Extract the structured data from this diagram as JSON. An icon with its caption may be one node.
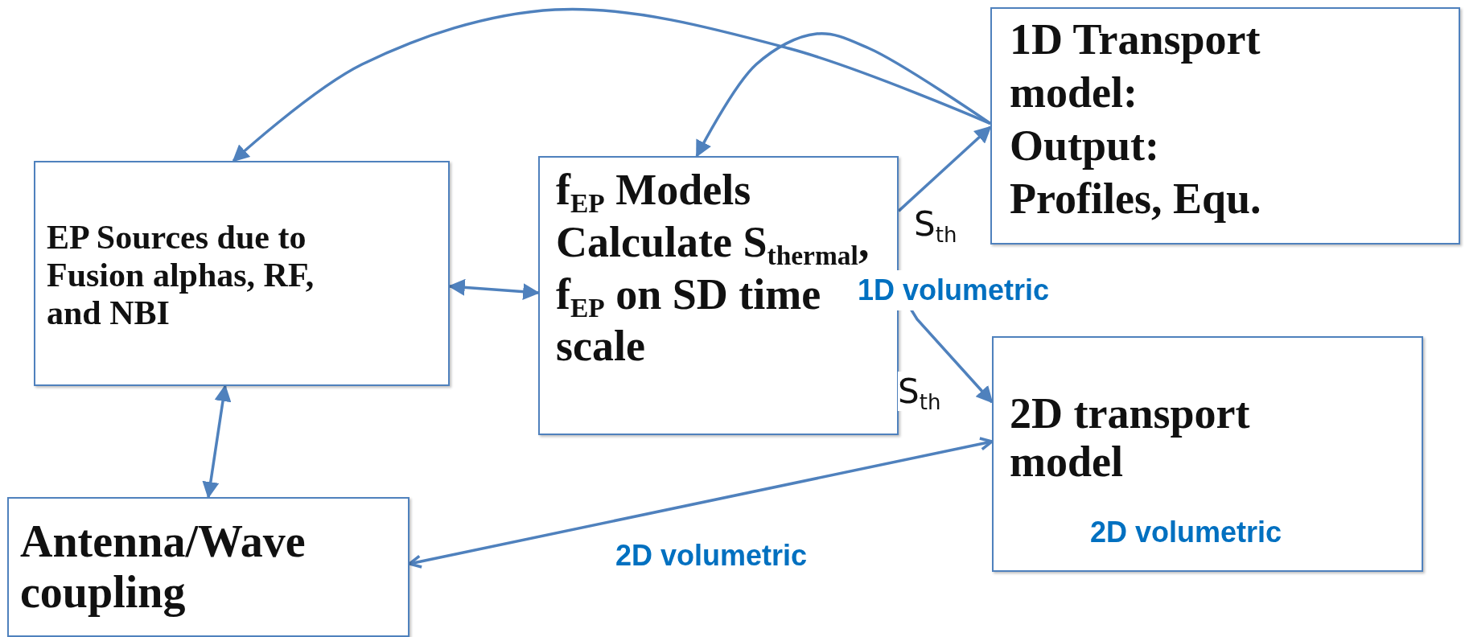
{
  "diagram": {
    "nodes": [
      {
        "text": [
          "EP Sources due to Fusion alphas, RF, and NBI"
        ]
      },
      {
        "text": [
          "f$_{EP}$ Models Calculate S$_{thermal}$, f$_{EP}$ on SD time scale"
        ]
      },
      {
        "text": [
          "1D Transport model: Output: Profiles, Equ."
        ]
      },
      {
        "text": [
          "2D transport model",
          "2D volumetric"
        ]
      },
      {
        "text": [
          "Antenna/Wave coupling"
        ]
      }
    ],
    "edges": [
      {
        "from": 2,
        "to": 0,
        "arrow": "to"
      },
      {
        "from": 2,
        "to": 1,
        "arrow": "to"
      },
      {
        "from": 1,
        "to": 2,
        "arrow": "to",
        "label": "S$_{th}$"
      },
      {
        "from": 1,
        "to": 3,
        "arrow": "to",
        "label": "S$_{th}$"
      },
      {
        "from": 0,
        "to": 1,
        "arrow": "both"
      },
      {
        "from": 0,
        "to": 4,
        "arrow": "both"
      },
      {
        "from": 4,
        "to": 3,
        "arrow": "both",
        "label": "2D volumetric"
      }
    ],
    "labels": [
      "1D volumetric"
    ]
  }
}
